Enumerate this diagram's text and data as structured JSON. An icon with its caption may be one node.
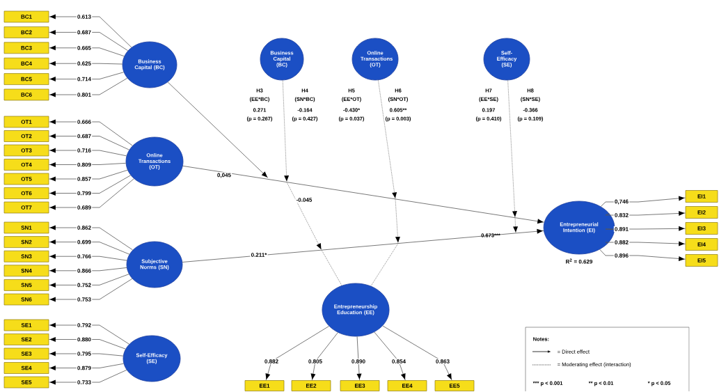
{
  "diagram": {
    "nodes": [
      {
        "text": [
          "Business Capital (BC)"
        ]
      },
      {
        "text": [
          "Online Transactions (OT)"
        ]
      },
      {
        "text": [
          "Subjective Norms (SN)"
        ]
      },
      {
        "text": [
          "Self-Efficacy (SE)"
        ]
      },
      {
        "text": [
          "Business Capital (BC)"
        ]
      },
      {
        "text": [
          "Online Transactions (OT)"
        ]
      },
      {
        "text": [
          "Self-Efficacy (SE)"
        ]
      },
      {
        "text": [
          "Entrepreneurship Education (EE)"
        ]
      },
      {
        "text": [
          "Entrepreneurial Intention (EI)"
        ],
        "beside": [
          "R$^{2}$ = 0.629"
        ]
      },
      {
        "text": [
          "BC1"
        ]
      },
      {
        "text": [
          "BC2"
        ]
      },
      {
        "text": [
          "BC3"
        ]
      },
      {
        "text": [
          "BC4"
        ]
      },
      {
        "text": [
          "BC5"
        ]
      },
      {
        "text": [
          "BC6"
        ]
      },
      {
        "text": [
          "OT1"
        ]
      },
      {
        "text": [
          "OT2"
        ]
      },
      {
        "text": [
          "OT3"
        ]
      },
      {
        "text": [
          "OT4"
        ]
      },
      {
        "text": [
          "OT5"
        ]
      },
      {
        "text": [
          "OT6"
        ]
      },
      {
        "text": [
          "OT7"
        ]
      },
      {
        "text": [
          "SN1"
        ]
      },
      {
        "text": [
          "SN2"
        ]
      },
      {
        "text": [
          "SN3"
        ]
      },
      {
        "text": [
          "SN4"
        ]
      },
      {
        "text": [
          "SN5"
        ]
      },
      {
        "text": [
          "SN6"
        ]
      },
      {
        "text": [
          "SE1"
        ]
      },
      {
        "text": [
          "SE2"
        ]
      },
      {
        "text": [
          "SE3"
        ]
      },
      {
        "text": [
          "SE4"
        ]
      },
      {
        "text": [
          "SE5"
        ]
      },
      {
        "text": [
          "EE1"
        ]
      },
      {
        "text": [
          "EE2"
        ]
      },
      {
        "text": [
          "EE3"
        ]
      },
      {
        "text": [
          "EE4"
        ]
      },
      {
        "text": [
          "EE5"
        ]
      },
      {
        "text": [
          "EI1"
        ]
      },
      {
        "text": [
          "EI2"
        ]
      },
      {
        "text": [
          "EI3"
        ]
      },
      {
        "text": [
          "EI4"
        ]
      },
      {
        "text": [
          "EI5"
        ]
      }
    ],
    "edges": [
      {
        "from": 0,
        "to": 9,
        "arrow": "to",
        "label": "0.613"
      },
      {
        "from": 0,
        "to": 10,
        "arrow": "to",
        "label": "0.687"
      },
      {
        "from": 0,
        "to": 11,
        "arrow": "to",
        "label": "0.665"
      },
      {
        "from": 0,
        "to": 12,
        "arrow": "to",
        "label": "0.625"
      },
      {
        "from": 0,
        "to": 13,
        "arrow": "to",
        "label": "0.714"
      },
      {
        "from": 0,
        "to": 14,
        "arrow": "to",
        "label": "0.801"
      },
      {
        "from": 1,
        "to": 15,
        "arrow": "to",
        "label": "0.666"
      },
      {
        "from": 1,
        "to": 16,
        "arrow": "to",
        "label": "0.687"
      },
      {
        "from": 1,
        "to": 17,
        "arrow": "to",
        "label": "0.716"
      },
      {
        "from": 1,
        "to": 18,
        "arrow": "to",
        "label": "0.809"
      },
      {
        "from": 1,
        "to": 19,
        "arrow": "to",
        "label": "0.857"
      },
      {
        "from": 1,
        "to": 20,
        "arrow": "to",
        "label": "0.799"
      },
      {
        "from": 1,
        "to": 21,
        "arrow": "to",
        "label": "0.689"
      },
      {
        "from": 2,
        "to": 22,
        "arrow": "to",
        "label": "0.862"
      },
      {
        "from": 2,
        "to": 23,
        "arrow": "to",
        "label": "0.699"
      },
      {
        "from": 2,
        "to": 24,
        "arrow": "to",
        "label": "0.766"
      },
      {
        "from": 2,
        "to": 25,
        "arrow": "to",
        "label": "0.866"
      },
      {
        "from": 2,
        "to": 26,
        "arrow": "to",
        "label": "0.752"
      },
      {
        "from": 2,
        "to": 27,
        "arrow": "to",
        "label": "0.753"
      },
      {
        "from": 3,
        "to": 28,
        "arrow": "to",
        "label": "0.792"
      },
      {
        "from": 3,
        "to": 29,
        "arrow": "to",
        "label": "0.880"
      },
      {
        "from": 3,
        "to": 30,
        "arrow": "to",
        "label": "0.795"
      },
      {
        "from": 3,
        "to": 31,
        "arrow": "to",
        "label": "0.879"
      },
      {
        "from": 3,
        "to": 32,
        "arrow": "to",
        "label": "0.733"
      },
      {
        "from": 7,
        "to": 33,
        "arrow": "to",
        "label": "0.882"
      },
      {
        "from": 7,
        "to": 34,
        "arrow": "to",
        "label": "0.805"
      },
      {
        "from": 7,
        "to": 35,
        "arrow": "to",
        "label": "0.890"
      },
      {
        "from": 7,
        "to": 36,
        "arrow": "to",
        "label": "0.854"
      },
      {
        "from": 7,
        "to": 37,
        "arrow": "to",
        "label": "0.863"
      },
      {
        "from": 8,
        "to": 38,
        "arrow": "to",
        "label": "0,746"
      },
      {
        "from": 8,
        "to": 39,
        "arrow": "to",
        "label": "0.832"
      },
      {
        "from": 8,
        "to": 40,
        "arrow": "to",
        "label": "0.891"
      },
      {
        "from": 8,
        "to": 41,
        "arrow": "to",
        "label": "0.882"
      },
      {
        "from": 8,
        "to": 42,
        "arrow": "to",
        "label": "0.896"
      },
      {
        "from": 0,
        "to": null,
        "arrow": "to"
      },
      {
        "from": 1,
        "to": 8,
        "arrow": "to",
        "label": "0,045"
      },
      {
        "from": 2,
        "to": 8,
        "arrow": "to",
        "label": "0.211*"
      },
      {
        "from": 4,
        "to": 7,
        "arrow": "to",
        "style": "dashed",
        "label": "-0.045"
      },
      {
        "from": 5,
        "to": 7,
        "arrow": "to",
        "style": "dashed"
      },
      {
        "from": 6,
        "to": null,
        "arrow": "to",
        "style": "dashed"
      }
    ],
    "labels": [
      "H3",
      "(EE*BC)",
      "0.271",
      "(p = 0.267)",
      "H4",
      "(SN*BC)",
      "-0.164",
      "(p = 0.427)",
      "H5",
      "(EE*OT)",
      "-0.430*",
      "(p = 0.037)",
      "H6",
      "(SN*OT)",
      "0.605**",
      "(p = 0.003)",
      "H7",
      "(EE*SE)",
      "0.197",
      "(p = 0.410)",
      "H8",
      "(SN*SE)",
      "-0.366",
      "(p = 0.109)",
      "0.673***",
      "Notes:",
      "*** p < 0.001",
      "** p < 0.01",
      "* p < 0.05"
    ],
    "legend": [
      {
        "text": "= Direct effect"
      },
      {
        "text": "= Moderating effect (interaction)"
      }
    ]
  }
}
